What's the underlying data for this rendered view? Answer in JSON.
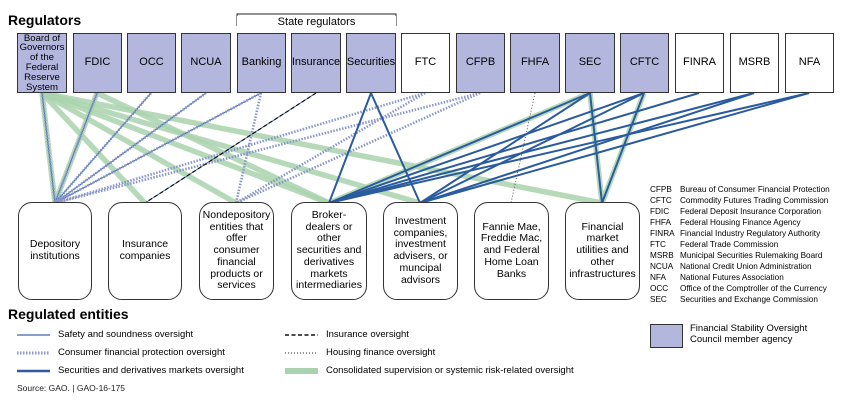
{
  "headings": {
    "regulators": "Regulators",
    "state_regulators": "State regulators",
    "regulated_entities": "Regulated entities"
  },
  "regulators": [
    {
      "id": "frs",
      "label": "Board of Governors of the Federal Reserve System",
      "fsoc": true
    },
    {
      "id": "fdic",
      "label": "FDIC",
      "fsoc": true
    },
    {
      "id": "occ",
      "label": "OCC",
      "fsoc": true
    },
    {
      "id": "ncua",
      "label": "NCUA",
      "fsoc": true
    },
    {
      "id": "banking",
      "label": "Banking",
      "fsoc": true
    },
    {
      "id": "insurance",
      "label": "Insurance",
      "fsoc": true
    },
    {
      "id": "securities",
      "label": "Securities",
      "fsoc": true
    },
    {
      "id": "ftc",
      "label": "FTC",
      "fsoc": false
    },
    {
      "id": "cfpb",
      "label": "CFPB",
      "fsoc": true
    },
    {
      "id": "fhfa",
      "label": "FHFA",
      "fsoc": true
    },
    {
      "id": "sec",
      "label": "SEC",
      "fsoc": true
    },
    {
      "id": "cftc",
      "label": "CFTC",
      "fsoc": true
    },
    {
      "id": "finra",
      "label": "FINRA",
      "fsoc": false
    },
    {
      "id": "msrb",
      "label": "MSRB",
      "fsoc": false
    },
    {
      "id": "nfa",
      "label": "NFA",
      "fsoc": false
    }
  ],
  "entities": [
    {
      "id": "depository",
      "label": "Depository institutions"
    },
    {
      "id": "insurance_co",
      "label": "Insurance companies"
    },
    {
      "id": "nondepository",
      "label": "Nondepository entities that offer consumer financial products or services"
    },
    {
      "id": "broker",
      "label": "Broker-dealers or other securities and derivatives markets intermediaries"
    },
    {
      "id": "investment",
      "label": "Investment companies, investment advisers, or muncipal advisors"
    },
    {
      "id": "fannie",
      "label": "Fannie Mae, Freddie Mac, and Federal Home Loan Banks"
    },
    {
      "id": "fmu",
      "label": "Financial market utilities and other infrastructures"
    }
  ],
  "abbreviations": [
    {
      "abbr": "CFPB",
      "full": "Bureau of Consumer Financial Protection"
    },
    {
      "abbr": "CFTC",
      "full": "Commodity Futures Trading Commission"
    },
    {
      "abbr": "FDIC",
      "full": "Federal Deposit Insurance Corporation"
    },
    {
      "abbr": "FHFA",
      "full": "Federal Housing Finance Agency"
    },
    {
      "abbr": "FINRA",
      "full": "Financial Industry Regulatory Authority"
    },
    {
      "abbr": "FTC",
      "full": "Federal Trade Commission"
    },
    {
      "abbr": "MSRB",
      "full": "Municipal Securities Rulemaking Board"
    },
    {
      "abbr": "NCUA",
      "full": "National Credit Union Administration"
    },
    {
      "abbr": "NFA",
      "full": "National Futures Association"
    },
    {
      "abbr": "OCC",
      "full": "Office of the Comptroller of the Currency"
    },
    {
      "abbr": "SEC",
      "full": "Securities and Exchange Commission"
    }
  ],
  "legend": {
    "safety": "Safety and soundness oversight",
    "consumer": "Consumer financial protection oversight",
    "securities": "Securities and derivatives markets oversight",
    "insurance": "Insurance oversight",
    "housing": "Housing finance oversight",
    "consolidated": "Consolidated supervision or systemic risk-related oversight",
    "fsoc": "Financial Stability Oversight Council member agency"
  },
  "colors": {
    "fsoc_fill": "#b3b6dd",
    "safety_line": "#3c68a8",
    "consumer_line": "#8a96cc",
    "securities_line": "#2a5b9f",
    "consolidated_line": "#a9d3ad",
    "insurance_line": "#111111",
    "housing_line": "#555555"
  },
  "connections": [
    {
      "type": "consolidated",
      "from": "frs",
      "to": "depository"
    },
    {
      "type": "consolidated",
      "from": "frs",
      "to": "insurance_co"
    },
    {
      "type": "consolidated",
      "from": "frs",
      "to": "nondepository"
    },
    {
      "type": "consolidated",
      "from": "frs",
      "to": "broker"
    },
    {
      "type": "consolidated",
      "from": "frs",
      "to": "investment"
    },
    {
      "type": "consolidated",
      "from": "frs",
      "to": "fmu"
    },
    {
      "type": "consolidated",
      "from": "fdic",
      "to": "depository"
    },
    {
      "type": "consolidated",
      "from": "fdic",
      "to": "broker"
    },
    {
      "type": "consolidated",
      "from": "sec",
      "to": "broker"
    },
    {
      "type": "consolidated",
      "from": "sec",
      "to": "fmu"
    },
    {
      "type": "consolidated",
      "from": "cftc",
      "to": "fmu"
    },
    {
      "type": "safety",
      "from": "frs",
      "to": "depository"
    },
    {
      "type": "safety",
      "from": "fdic",
      "to": "depository"
    },
    {
      "type": "safety",
      "from": "occ",
      "to": "depository"
    },
    {
      "type": "safety",
      "from": "ncua",
      "to": "depository"
    },
    {
      "type": "safety",
      "from": "banking",
      "to": "depository"
    },
    {
      "type": "safety",
      "from": "insurance",
      "to": "insurance_co"
    },
    {
      "type": "consumer",
      "from": "frs",
      "to": "depository"
    },
    {
      "type": "consumer",
      "from": "fdic",
      "to": "depository"
    },
    {
      "type": "consumer",
      "from": "occ",
      "to": "depository"
    },
    {
      "type": "consumer",
      "from": "ncua",
      "to": "depository"
    },
    {
      "type": "consumer",
      "from": "banking",
      "to": "depository"
    },
    {
      "type": "consumer",
      "from": "ftc",
      "to": "depository"
    },
    {
      "type": "consumer",
      "from": "cfpb",
      "to": "depository"
    },
    {
      "type": "consumer",
      "from": "banking",
      "to": "nondepository"
    },
    {
      "type": "consumer",
      "from": "ftc",
      "to": "nondepository"
    },
    {
      "type": "consumer",
      "from": "cfpb",
      "to": "nondepository"
    },
    {
      "type": "insurance",
      "from": "insurance",
      "to": "insurance_co"
    },
    {
      "type": "housing",
      "from": "fhfa",
      "to": "fannie"
    },
    {
      "type": "securities",
      "from": "securities",
      "to": "broker"
    },
    {
      "type": "securities",
      "from": "securities",
      "to": "investment"
    },
    {
      "type": "securities",
      "from": "sec",
      "to": "broker"
    },
    {
      "type": "securities",
      "from": "sec",
      "to": "investment"
    },
    {
      "type": "securities",
      "from": "sec",
      "to": "fmu"
    },
    {
      "type": "securities",
      "from": "cftc",
      "to": "broker"
    },
    {
      "type": "securities",
      "from": "cftc",
      "to": "investment"
    },
    {
      "type": "securities",
      "from": "cftc",
      "to": "fmu"
    },
    {
      "type": "securities",
      "from": "finra",
      "to": "broker"
    },
    {
      "type": "securities",
      "from": "msrb",
      "to": "broker"
    },
    {
      "type": "securities",
      "from": "msrb",
      "to": "investment"
    },
    {
      "type": "securities",
      "from": "nfa",
      "to": "broker"
    },
    {
      "type": "securities",
      "from": "nfa",
      "to": "investment"
    }
  ],
  "source": "Source: GAO.  |  GAO-16-175"
}
